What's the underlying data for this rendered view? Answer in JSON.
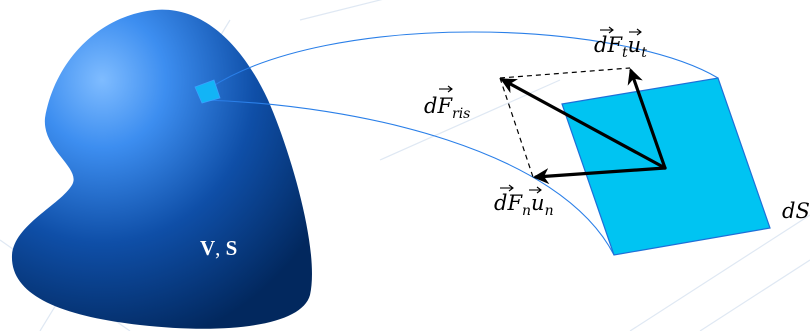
{
  "labels": {
    "body": {
      "bold_v": "V",
      "sep": ", ",
      "bold_s": "S"
    },
    "force_tangent": {
      "base": "dF",
      "sub": "t",
      "vec": "u",
      "vec_sub": "t"
    },
    "force_resultant": {
      "base": "dF",
      "sub": "ris"
    },
    "force_normal": {
      "base": "dF",
      "sub": "n",
      "vec": "u",
      "vec_sub": "n"
    },
    "surface_element": "dS"
  },
  "colors": {
    "body_light": "#4f9fff",
    "body_mid": "#1662c4",
    "body_dark": "#02285e",
    "surface_fill": "#00c4f2",
    "surface_stroke": "#1e6fd8",
    "patch_fill": "#0fb3f5",
    "connector": "#1e7ae6",
    "arrow": "#000000",
    "background_lines": "#dce6f2"
  }
}
